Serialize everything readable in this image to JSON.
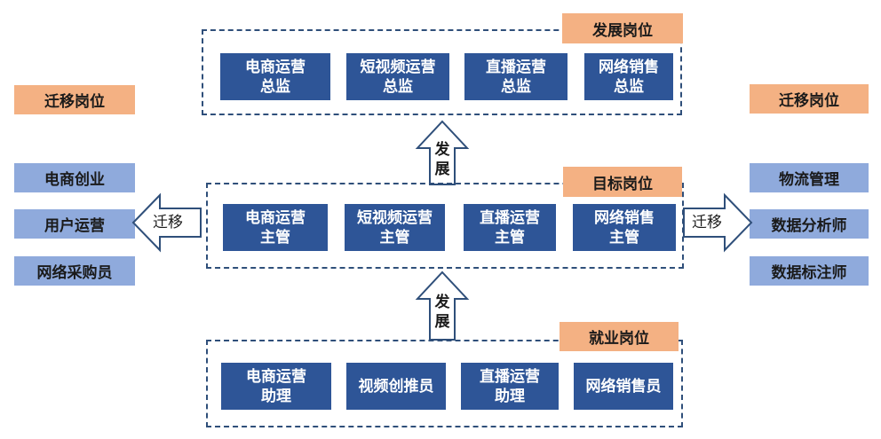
{
  "tiers": {
    "development": {
      "label": "发展岗位",
      "roles": [
        "电商运营\n总监",
        "短视频运营\n总监",
        "直播运营\n总监",
        "网络销售\n总监"
      ]
    },
    "target": {
      "label": "目标岗位",
      "roles": [
        "电商运营\n主管",
        "短视频运营\n主管",
        "直播运营\n主管",
        "网络销售\n主管"
      ]
    },
    "employment": {
      "label": "就业岗位",
      "roles": [
        "电商运营\n助理",
        "视频创推员",
        "直播运营\n助理",
        "网络销售员"
      ]
    }
  },
  "arrows": {
    "develop_upper": "发\n展",
    "develop_lower": "发\n展",
    "migrate_left": "迁移",
    "migrate_right": "迁移"
  },
  "migration_left": {
    "label": "迁移岗位",
    "roles": [
      "电商创业",
      "用户运营",
      "网络采购员"
    ]
  },
  "migration_right": {
    "label": "迁移岗位",
    "roles": [
      "物流管理",
      "数据分析师",
      "数据标注师"
    ]
  },
  "colors": {
    "role_box": "#2e5597",
    "tier_label": "#f4b183",
    "migration_box": "#8faadc",
    "dashed_border": "#2f4f7a"
  }
}
